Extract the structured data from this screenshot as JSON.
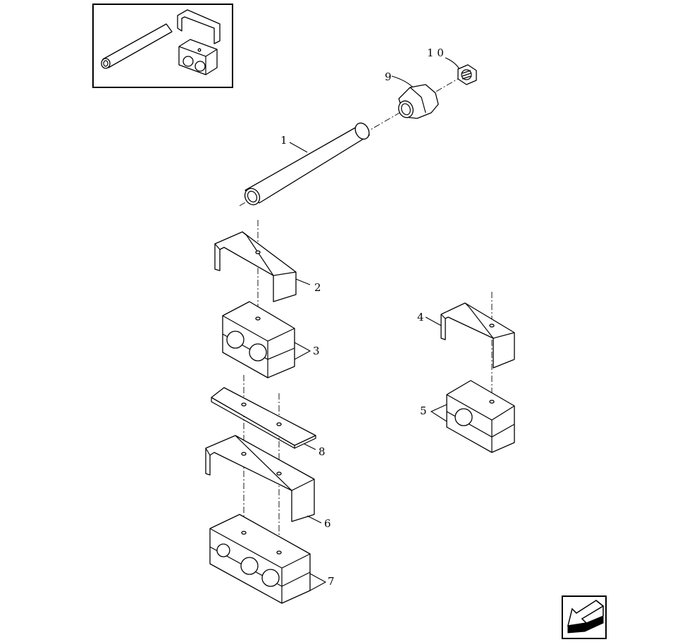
{
  "callouts": {
    "c1": "1",
    "c2": "2",
    "c3": "3",
    "c4": "4",
    "c5": "5",
    "c6": "6",
    "c7": "7",
    "c8": "8",
    "c9": "9",
    "c10": "1 0"
  },
  "icons": {
    "overview": "assembly-overview-icon",
    "nav": "previous-page-arrow-icon"
  },
  "colors": {
    "line": "#000000",
    "background": "#ffffff"
  }
}
